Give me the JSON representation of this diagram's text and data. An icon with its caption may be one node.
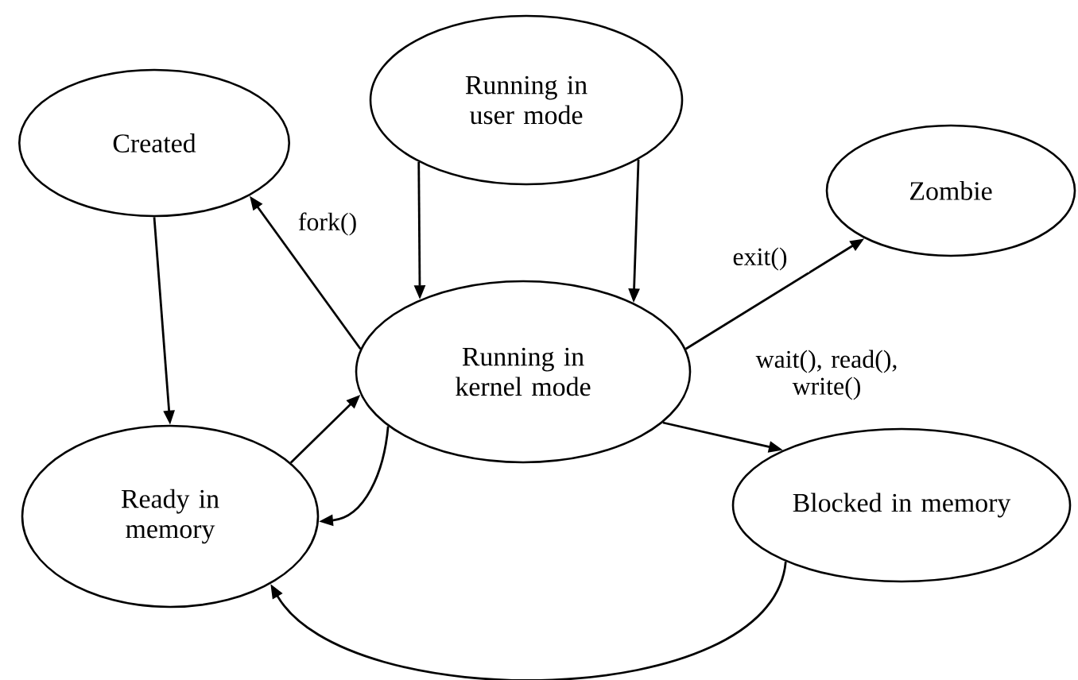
{
  "diagram": {
    "nodes": [
      {
        "text": [
          "Created"
        ]
      },
      {
        "text": [
          "Running in user mode"
        ]
      },
      {
        "text": [
          "Zombie"
        ]
      },
      {
        "text": [
          "Running in kernel mode"
        ]
      },
      {
        "text": [
          "Ready in memory"
        ]
      },
      {
        "text": [
          "Blocked in memory"
        ]
      }
    ],
    "edges": [
      {
        "from": 0,
        "to": 4,
        "arrow": "to"
      },
      {
        "from": 1,
        "to": 3,
        "arrow": "to"
      },
      {
        "from": 1,
        "to": 3,
        "arrow": "to"
      },
      {
        "from": 3,
        "to": 0,
        "arrow": "to",
        "label": "fork()"
      },
      {
        "from": 3,
        "to": 2,
        "arrow": "to",
        "label": "exit()"
      },
      {
        "from": 3,
        "to": 5,
        "arrow": "to",
        "label": "wait(), read(), write()"
      },
      {
        "from": 4,
        "to": 3,
        "arrow": "to"
      },
      {
        "from": 3,
        "to": 4,
        "arrow": "to"
      },
      {
        "from": 5,
        "to": 4,
        "arrow": "to"
      }
    ]
  }
}
